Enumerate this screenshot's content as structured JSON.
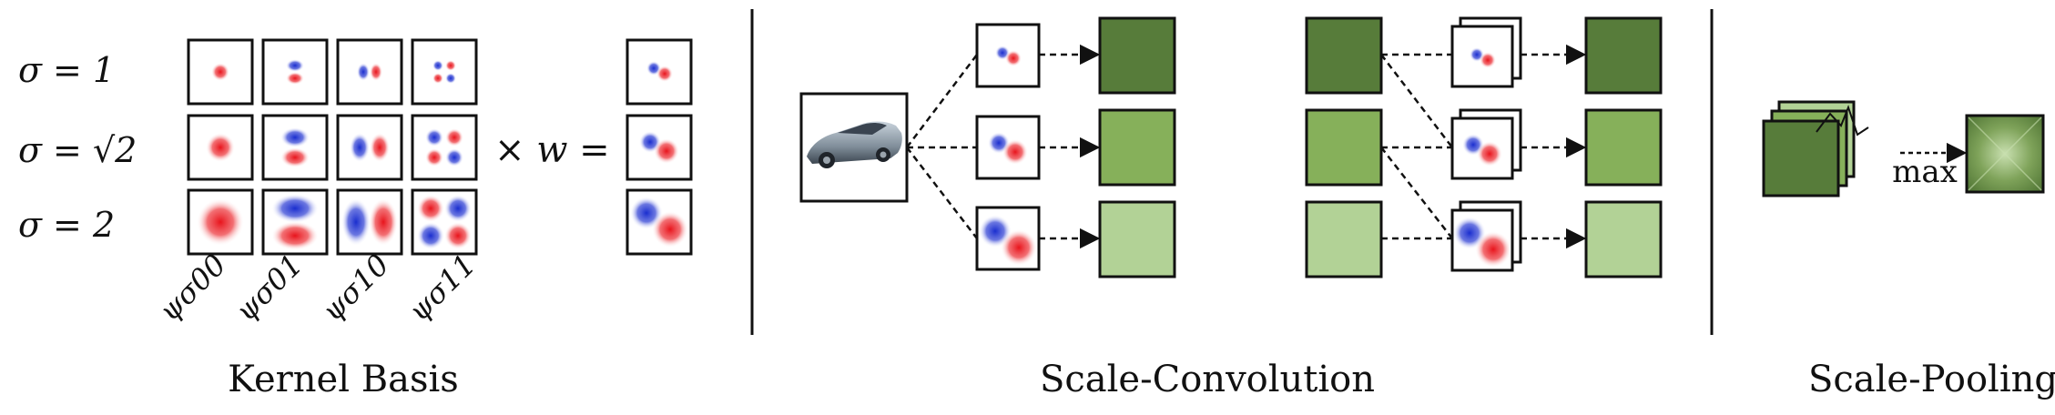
{
  "figure": {
    "sections": {
      "kernel_basis": "Kernel Basis",
      "scale_convolution": "Scale-Convolution",
      "scale_pooling": "Scale-Pooling"
    },
    "sigma_labels": [
      "σ = 1",
      "σ = √2",
      "σ = 2"
    ],
    "basis_labels": [
      "ψσ00",
      "ψσ01",
      "ψσ10",
      "ψσ11"
    ],
    "times_w_equals": "× w =",
    "max_label": "max"
  },
  "colors": {
    "dark_green": "#577c3a",
    "mid_green": "#86b05a",
    "light_green": "#b2d296",
    "kernel_red": "#e8141c",
    "kernel_blue": "#1a2ecf",
    "car_body": "#8a98a4"
  },
  "icons": {
    "input_image": "sports-car-photo",
    "kernels": "gaussian-derivative-kernel-icon"
  }
}
